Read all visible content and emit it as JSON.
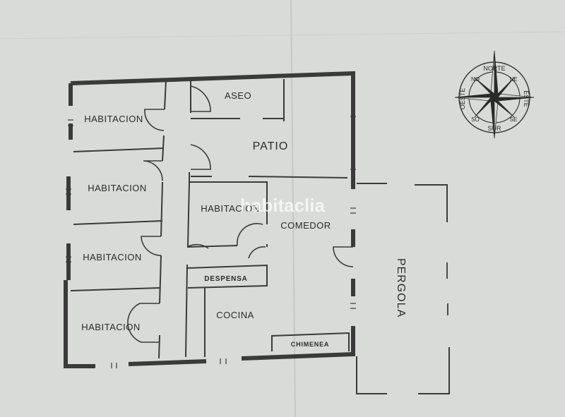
{
  "rooms": {
    "hab1": "HABITACION",
    "hab2": "HABITACION",
    "hab3": "HABITACION",
    "hab4": "HABITACION",
    "hab5": "HABITACION",
    "aseo": "ASEO",
    "patio": "PATIO",
    "comedor": "COMEDOR",
    "despensa": "DESPENSA",
    "cocina": "COCINA",
    "chimenea": "CHIMENEA",
    "pergola": "PERGOLA"
  },
  "compass": {
    "norte": "NORTE",
    "sur": "SUR",
    "este": "ESTE",
    "oeste": "OESTE",
    "no": "NO",
    "ne": "NE",
    "so": "SO",
    "se": "SE"
  },
  "watermark": "habitaclia",
  "colors": {
    "paper": "#d9dbd8",
    "ink": "#3a3a3a"
  }
}
